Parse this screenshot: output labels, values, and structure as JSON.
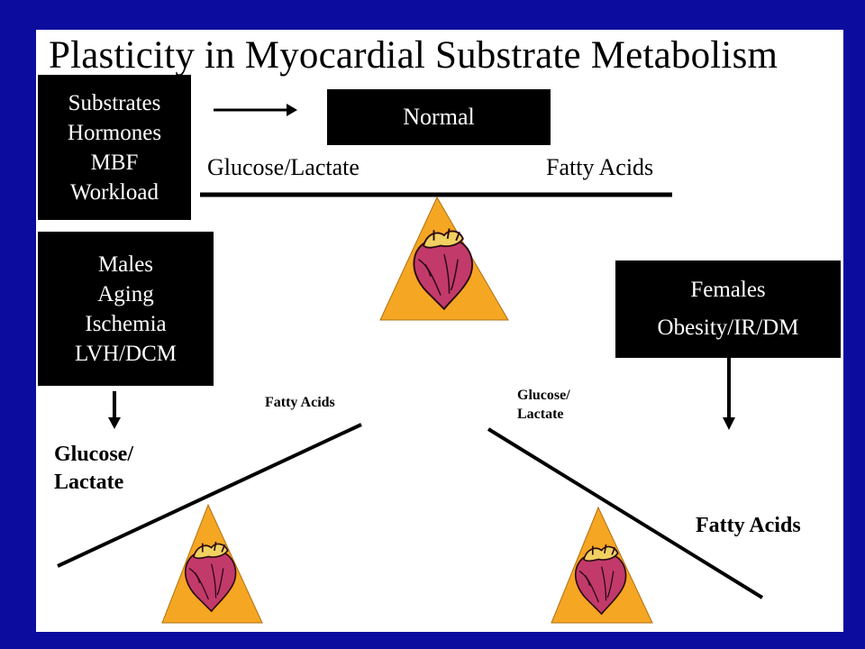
{
  "title": "Plasticity in Myocardial Substrate Metabolism",
  "factors_box": [
    "Substrates",
    "Hormones",
    "MBF",
    "Workload"
  ],
  "normal_box": "Normal",
  "normal_left_label": "Glucose/Lactate",
  "normal_right_label": "Fatty Acids",
  "males_box": [
    "Males",
    "Aging",
    "Ischemia",
    "LVH/DCM"
  ],
  "females_box": [
    "Females",
    "Obesity/IR/DM"
  ],
  "left_scale": {
    "high_label": "Fatty Acids",
    "low_label_line1": "Glucose/",
    "low_label_line2": "Lactate"
  },
  "right_scale": {
    "high_label_line1": "Glucose/",
    "high_label_line2": "Lactate",
    "low_label": "Fatty Acids"
  },
  "colors": {
    "background": "#0c0c9e",
    "fulcrum": "#f5a623",
    "heart": "#c23a6a",
    "heart_top": "#f0d060"
  }
}
